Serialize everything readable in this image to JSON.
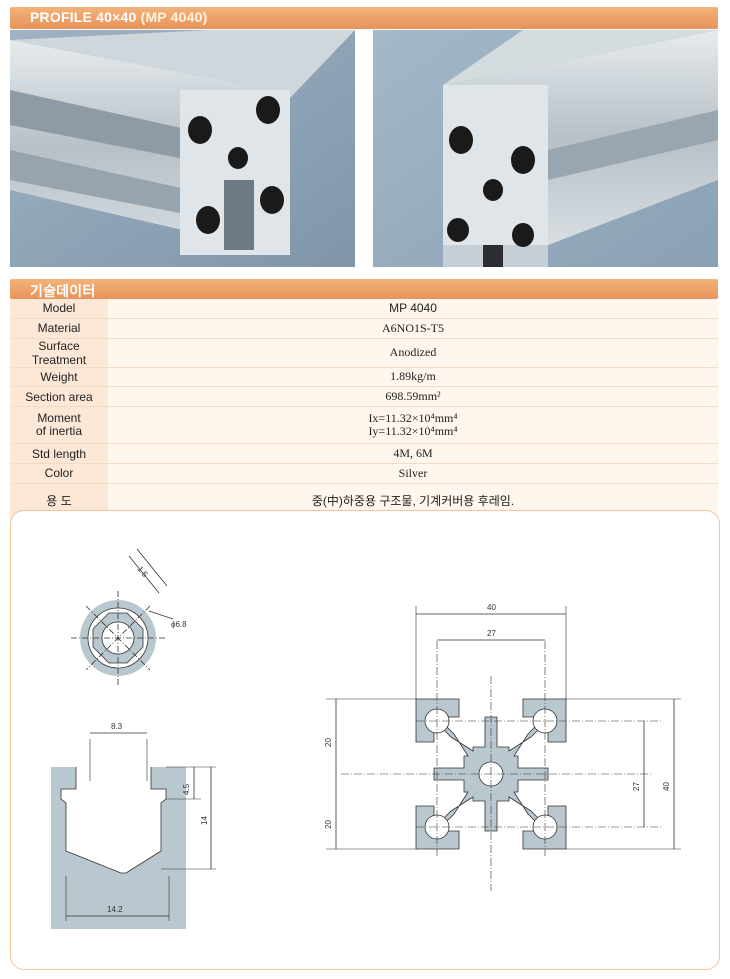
{
  "header": {
    "title": "PROFILE 40×40",
    "model_code": "(MP 4040)"
  },
  "tech_section": {
    "title": "기술데이터"
  },
  "specs": {
    "rows": [
      {
        "label": "Model",
        "value": "MP 4040"
      },
      {
        "label": "Material",
        "value": "A6NO1S-T5"
      },
      {
        "label": "Surface Treatment",
        "value": "Anodized"
      },
      {
        "label": "Weight",
        "value": "1.89kg/m"
      },
      {
        "label": "Section area",
        "value": "698.59mm²"
      },
      {
        "label_line1": "Moment",
        "label_line2": "of inertia",
        "value_line1": "Ix=11.32×10⁴mm⁴",
        "value_line2": "Iy=11.32×10⁴mm⁴"
      },
      {
        "label": "Std length",
        "value": "4M, 6M"
      },
      {
        "label": "Color",
        "value": "Silver"
      },
      {
        "label": "용 도",
        "value": "중(中)하중용 구조물, 기계커버용 후레임."
      }
    ]
  },
  "drawing": {
    "detail_hole": {
      "wall": "1.5",
      "diameter": "ϕ6.8"
    },
    "detail_slot": {
      "opening": "8.3",
      "depth_lip": "4.5",
      "depth": "14",
      "inner_width": "14.2"
    },
    "section": {
      "width": "40",
      "pitch_x": "27",
      "height": "40",
      "pitch_y": "27",
      "half_top": "20",
      "half_bottom": "20"
    }
  },
  "colors": {
    "accent": "#e8935a",
    "profile_fill": "#b9c7cf",
    "label_bg": "#fde7d6",
    "value_bg": "#fff6ee"
  }
}
